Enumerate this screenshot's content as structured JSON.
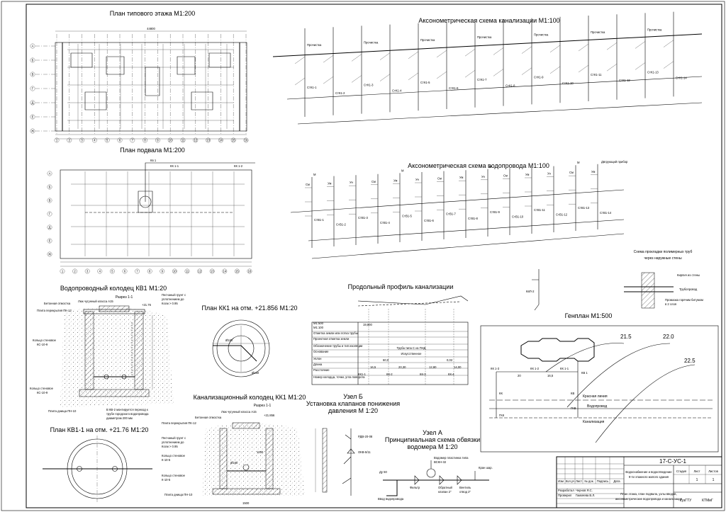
{
  "titles": {
    "floor_plan": "План типового этажа М1:200",
    "basement_plan": "План подвала  М1:200",
    "sewer_axo": "Аксонометрическая схема канализации  М1:100",
    "water_axo": "Аксонометрическая схема водопровода  М1:100",
    "well_kv1": "Водопроводный колодец КВ1 М1:20",
    "section_1_1": "Разрез 1-1",
    "section_1_1_b": "Разрез 1-1",
    "plan_kk1": "План КК1 на отм. +21.856 М1:20",
    "sewer_well_kk1": "Канализационный колодец КК1 М1:20",
    "plan_kv1_1": "План КВ1-1 на отм. +21.76 М1:20",
    "profile": "Продольный профиль канализации",
    "node_b": "Узел Б",
    "node_b_sub1": "Установка клапанов понижения",
    "node_b_sub2": "давления М 1:20",
    "node_a": "Узел А",
    "node_a_sub1": "Принципиальная схема обвязки",
    "node_a_sub2": "водомера М 1:20",
    "polymer_pipes1": "Схема прокладки полимерных труб",
    "polymer_pipes2": "через наружные стены",
    "genplan": "Генплан  М1:500"
  },
  "well_labels": {
    "hatch_cover": "Люк чугунный класса А15",
    "concrete_blind": "Бетонная отмостка",
    "slab_pk12": "Плита перекрытия ПК-12",
    "sand_soil": "Песчаный грунт с",
    "sand_soil_2": "уплотнением до",
    "sand_soil_3": "Косм > 0.95",
    "ring_ks109": "Кольцо стеновое",
    "ring_ks109_2": "КС-10-9",
    "ring_ks109_b": "Кольцо стеновое",
    "ring_ks109_b2": "КС-10-9",
    "bottom_slab": "Плита днища ПН-10",
    "kv2_note1": "В КВ-2 монтируется переход к",
    "kv2_note2": "трубе городского водопровода",
    "kv2_note3": "диаметром 200 мм",
    "mark_2176": "+21.76",
    "mark_21856": "+21.856"
  },
  "kk1_labels": {
    "hatch_cover": "Люк чугунный класса А15",
    "concrete_blind": "Бетонная отмостка",
    "slab_pk12": "Плита перекрытия ПК-12",
    "sand_soil": "Песчаный грунт с",
    "sand_soil_2": "уплотнением до",
    "sand_soil_3": "Косм > 0.95",
    "ring_k105": "Кольцо стеновое",
    "ring_k105_2": "К-10-5",
    "ring_k105_b": "Кольцо стеновое",
    "ring_k105_b2": "К-10-5",
    "bottom_slab": "Плита днища ПН-10",
    "dim_1000": "1000",
    "dim_1500": "1500",
    "dim_160": "Ø160"
  },
  "profile_rows": [
    "М1:500",
    "М1:100",
    "Отметка земли или лотка трубы",
    "Проектная отметка земли",
    "Обозначение трубы и тип изоляции",
    "Основание",
    "Уклон",
    "Длина",
    "Расстояние",
    "Номер колодца, точки, угла поворота"
  ],
  "profile_values": {
    "pipe_type": "Труба типа С из ПНД",
    "base": "Искусственное",
    "slope_1": "60,0",
    "slope_2": "0,02",
    "dist_1": "16,5",
    "dist_2": "20,30",
    "dist_3": "12,80",
    "dist_4": "14,00",
    "well_1": "КК1-1",
    "well_2": "КК-2",
    "well_3": "КК-3",
    "well_4": "КК-4",
    "mark": "19,800"
  },
  "genplan": {
    "contour_1": "21.5",
    "contour_2": "22.0",
    "contour_3": "22.5",
    "well_kk13": "КК 1-3",
    "well_kk12": "КК 1-2",
    "well_kk11": "КК 1-1",
    "well_kv1": "КВ 1",
    "dim_20": "20",
    "dim_165": "16,5",
    "red_line": "Красная линия",
    "water_line": "Водопровод",
    "sewer_line": "Канализация",
    "kk": "КК",
    "gkk": "ГКК",
    "gkv": "ГКВ",
    "kv": "КВ"
  },
  "polymer_labels": {
    "brick_wall": "Кирпич из стены",
    "pipeline": "Трубопровод",
    "tow": "Промазка горячим битумом",
    "tow_2": "в 2 слоя",
    "meter": "Двгрующий прибор",
    "kvr": "КвП-2"
  },
  "node_a_labels": {
    "meter": "Водомер пластинка типа",
    "meter_2": "ВСКН-32",
    "ball_valve": "Кран шар.",
    "filter": "Фильтр",
    "check_valve": "Обратный",
    "check_valve_2": "клапан 2\"",
    "valve_out": "Вентиль",
    "valve_out_2": "отвод 2\"",
    "supply": "Ввод водопровода",
    "dn": "Ду 50"
  },
  "node_b_labels": {
    "reducer": "РДВ-20-08",
    "valve": "ОКВ-5/11"
  },
  "sewer_axo_labels": {
    "cleanout": "Прочистка",
    "risers": [
      "СтК1-1",
      "СтК1-2",
      "СтК1-3",
      "СтК1-4",
      "СтК1-5",
      "СтК1-6",
      "СтК1-7",
      "СтК1-8",
      "СтК1-9",
      "СтК1-10",
      "СтК1-11",
      "СтК1-12",
      "СтК1-13",
      "СтК1-14"
    ]
  },
  "water_axo_labels": {
    "risers": [
      "СтВ1-1",
      "СтВ1-2",
      "СтВ1-3",
      "СтВ1-4",
      "СтВ1-5",
      "СтВ1-6",
      "СтВ1-7",
      "СтВ1-8",
      "СтВ1-9",
      "СтВ1-10",
      "СтВ1-11",
      "СтВ1-12",
      "СтВ1-13",
      "СтВ1-14"
    ],
    "mixer": "См",
    "wash": "Ум",
    "toilet": "Ун",
    "valve_m": "М"
  },
  "floor_plan": {
    "axes_letters": [
      "А",
      "Б",
      "В",
      "Г",
      "Д",
      "Е",
      "Ж"
    ],
    "axes_numbers": [
      "1",
      "2",
      "3",
      "4",
      "5",
      "6",
      "7",
      "8",
      "9",
      "10",
      "11",
      "12",
      "13",
      "14",
      "15",
      "16"
    ],
    "overall_dim": "44800",
    "basement_labels": {
      "kv1": "Кв 1",
      "kk11": "КК 1-1",
      "kk12": "КК 1-2"
    }
  },
  "titleblock": {
    "code": "17-С-УС-1",
    "project_line1": "Водоснабжение и водоотведение",
    "project_line2": "9-ти этажного жилого здания",
    "sheet_desc1": "План этажа, план подвала, узлы вводов,",
    "sheet_desc2": "аксонометрические водопровода и канализации",
    "stage_label": "Стадия",
    "sheet_label": "Лист",
    "sheets_label": "Листов",
    "sheet_no": "1",
    "sheets_total": "1",
    "org1": "КузГТУ",
    "org2": "КТМиГ",
    "developed_role": "Разработал",
    "developed_name": "Чернов Я.С.",
    "checked_role": "Проверил",
    "checked_name": "Гамзяева В.Л.",
    "cols": [
      "Изм",
      "Кол.уч",
      "Лист",
      "№ док.",
      "Подпись",
      "Дата"
    ]
  }
}
